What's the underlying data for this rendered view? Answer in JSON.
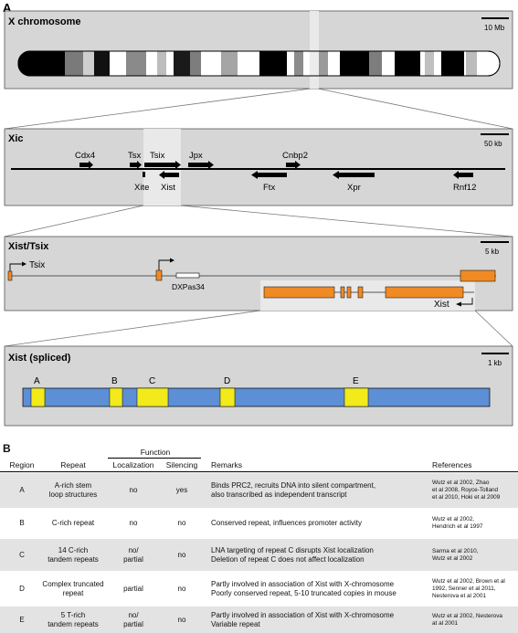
{
  "panelA": {
    "letter": "A",
    "chromosome": {
      "title": "X chromosome",
      "scale": "10 Mb"
    },
    "xic": {
      "title": "Xic",
      "scale": "50 kb",
      "genes_top": [
        "Cdx4",
        "Tsx",
        "Tsix",
        "Jpx",
        "Cnbp2"
      ],
      "genes_bottom": [
        "Xite",
        "Xist",
        "Ftx",
        "Xpr",
        "Rnf12"
      ]
    },
    "xist_tsix": {
      "title": "Xist/Tsix",
      "scale": "5 kb",
      "tsix_label": "Tsix",
      "dxpas34_label": "DXPas34",
      "xist_label": "Xist"
    },
    "spliced": {
      "title": "Xist (spliced)",
      "scale": "1 kb",
      "regions": [
        "A",
        "B",
        "C",
        "D",
        "E"
      ]
    }
  },
  "panelB": {
    "letter": "B",
    "headers": {
      "function": "Function",
      "region": "Region",
      "repeat": "Repeat",
      "localization": "Localization",
      "silencing": "Silencing",
      "remarks": "Remarks",
      "references": "References"
    },
    "rows": [
      {
        "region": "A",
        "repeat": [
          "A-rich stem",
          "loop structures"
        ],
        "localization": [
          "no"
        ],
        "silencing": [
          "yes"
        ],
        "remarks": [
          "Binds PRC2, recruits DNA into silent compartment,",
          "also transcribed as independent transcript"
        ],
        "references": [
          "Wutz et al 2002, Zhao",
          "et al 2008, Royce-Tolland",
          "et al 2010, Hoki et al 2009"
        ]
      },
      {
        "region": "B",
        "repeat": [
          "C-rich repeat"
        ],
        "localization": [
          "no"
        ],
        "silencing": [
          "no"
        ],
        "remarks": [
          "Conserved repeat, influences promoter activity"
        ],
        "references": [
          "Wutz et al 2002,",
          "Hendrich et al 1997"
        ]
      },
      {
        "region": "C",
        "repeat": [
          "14 C-rich",
          "tandem repeats"
        ],
        "localization": [
          "no/",
          "partial"
        ],
        "silencing": [
          "no"
        ],
        "remarks": [
          "LNA targeting of repeat C disrupts Xist localization",
          "Deletion of repeat C does not affect localization"
        ],
        "references": [
          "Sarma et al 2010,",
          "Wutz et al 2002"
        ]
      },
      {
        "region": "D",
        "repeat": [
          "Complex truncated",
          "repeat"
        ],
        "localization": [
          "partial"
        ],
        "silencing": [
          "no"
        ],
        "remarks": [
          "Partly involved in association of Xist with X-chromosome",
          "Poorly conserved repeat, 5-10 truncated copies in mouse"
        ],
        "references": [
          "Wutz et al 2002, Brown et al",
          "1992, Senner et al 2011,",
          "Nesterova et al 2001"
        ]
      },
      {
        "region": "E",
        "repeat": [
          "5 T-rich",
          "tandem repeats"
        ],
        "localization": [
          "no/",
          "partial"
        ],
        "silencing": [
          "no"
        ],
        "remarks": [
          "Partly involved in association of Xist with X-chromosome",
          "Variable repeat"
        ],
        "references": [
          "Wutz et al 2002, Nesterova",
          "at al 2001"
        ]
      }
    ]
  },
  "colors": {
    "panel_bg": "#d6d6d6",
    "highlight": "#e9e9e9",
    "exon_orange": "#f08a24",
    "xist_blue": "#5d8fd6",
    "repeat_yellow": "#f2ea1a",
    "row_shade": "#e3e3e3"
  }
}
